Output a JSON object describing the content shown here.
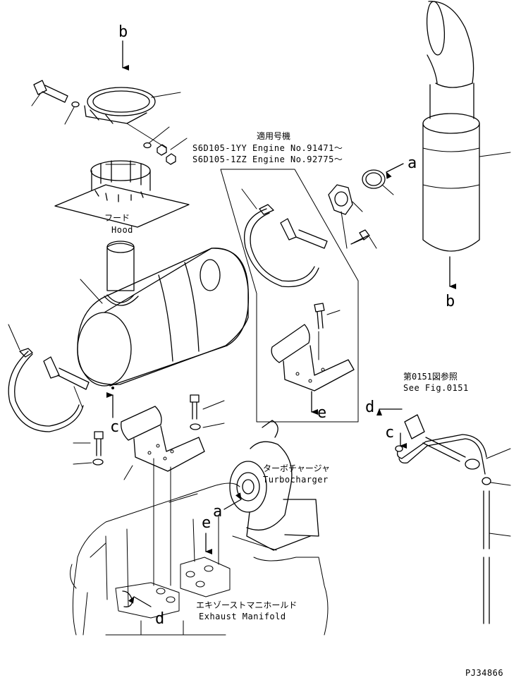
{
  "letters": {
    "b_top": "b",
    "a_right": "a",
    "b_right": "b",
    "c_left": "c",
    "e_box": "e",
    "d_right": "d",
    "c_right": "c",
    "a_turbo": "a",
    "e_manifold": "e",
    "d_manifold": "d"
  },
  "hood": {
    "jp": "フード",
    "en": "Hood"
  },
  "applicable_serial": {
    "title": "適用号機",
    "line1": "S6D105-1YY Engine No.91471～",
    "line2": "S6D105-1ZZ Engine No.92775～"
  },
  "see_fig": {
    "jp": "第0151図参照",
    "en": "See Fig.0151"
  },
  "turbocharger": {
    "jp": "ターボチャージャ",
    "en": "Turbocharger"
  },
  "exhaust_manifold": {
    "jp": "エキゾーストマニホールド",
    "en": "Exhaust Manifold"
  },
  "drawing_number": "PJ34866",
  "icons": [
    "arrow-icon",
    "muffler-icon",
    "exhaust-stack-icon",
    "turbocharger-icon",
    "clamp-band-icon",
    "bolt-icon"
  ]
}
